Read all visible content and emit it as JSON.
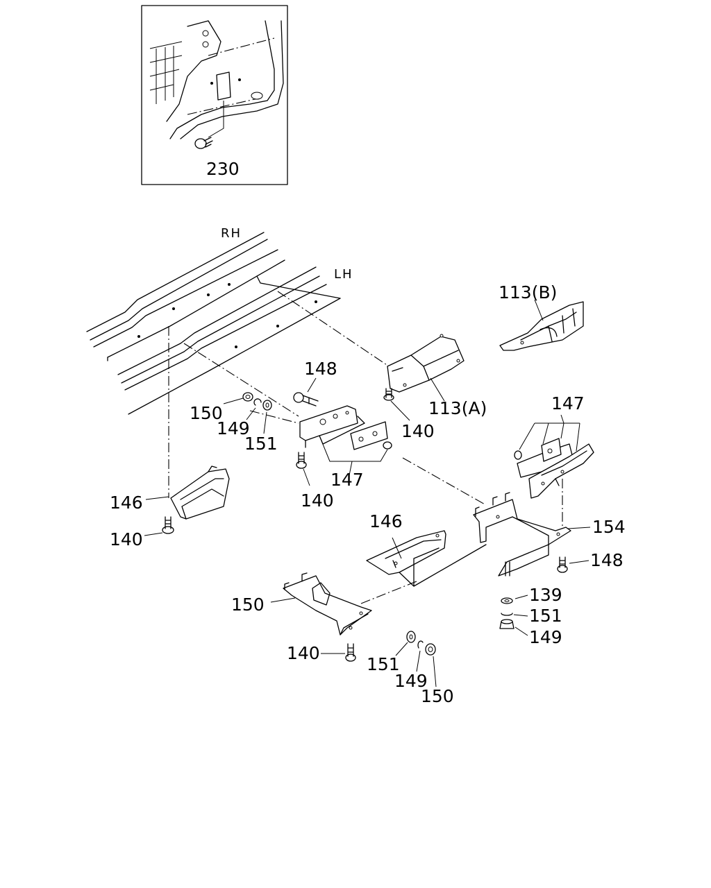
{
  "inset": {
    "label": "230"
  },
  "frame_labels": {
    "rh": "RH",
    "lh": "LH"
  },
  "callouts": [
    {
      "id": "113b",
      "text": "113(B)"
    },
    {
      "id": "148a",
      "text": "148"
    },
    {
      "id": "150a",
      "text": "150"
    },
    {
      "id": "149a",
      "text": "149"
    },
    {
      "id": "151a",
      "text": "151"
    },
    {
      "id": "140a",
      "text": "140"
    },
    {
      "id": "113a",
      "text": "113(A)"
    },
    {
      "id": "147a",
      "text": "147"
    },
    {
      "id": "140b",
      "text": "140"
    },
    {
      "id": "147b",
      "text": "147"
    },
    {
      "id": "146a",
      "text": "146"
    },
    {
      "id": "140c",
      "text": "140"
    },
    {
      "id": "146b",
      "text": "146"
    },
    {
      "id": "154",
      "text": "154"
    },
    {
      "id": "148b",
      "text": "148"
    },
    {
      "id": "139",
      "text": "139"
    },
    {
      "id": "151b",
      "text": "151"
    },
    {
      "id": "149b",
      "text": "149"
    },
    {
      "id": "150b",
      "text": "150"
    },
    {
      "id": "140d",
      "text": "140"
    },
    {
      "id": "151c",
      "text": "151"
    },
    {
      "id": "149c",
      "text": "149"
    },
    {
      "id": "150c",
      "text": "150"
    }
  ]
}
